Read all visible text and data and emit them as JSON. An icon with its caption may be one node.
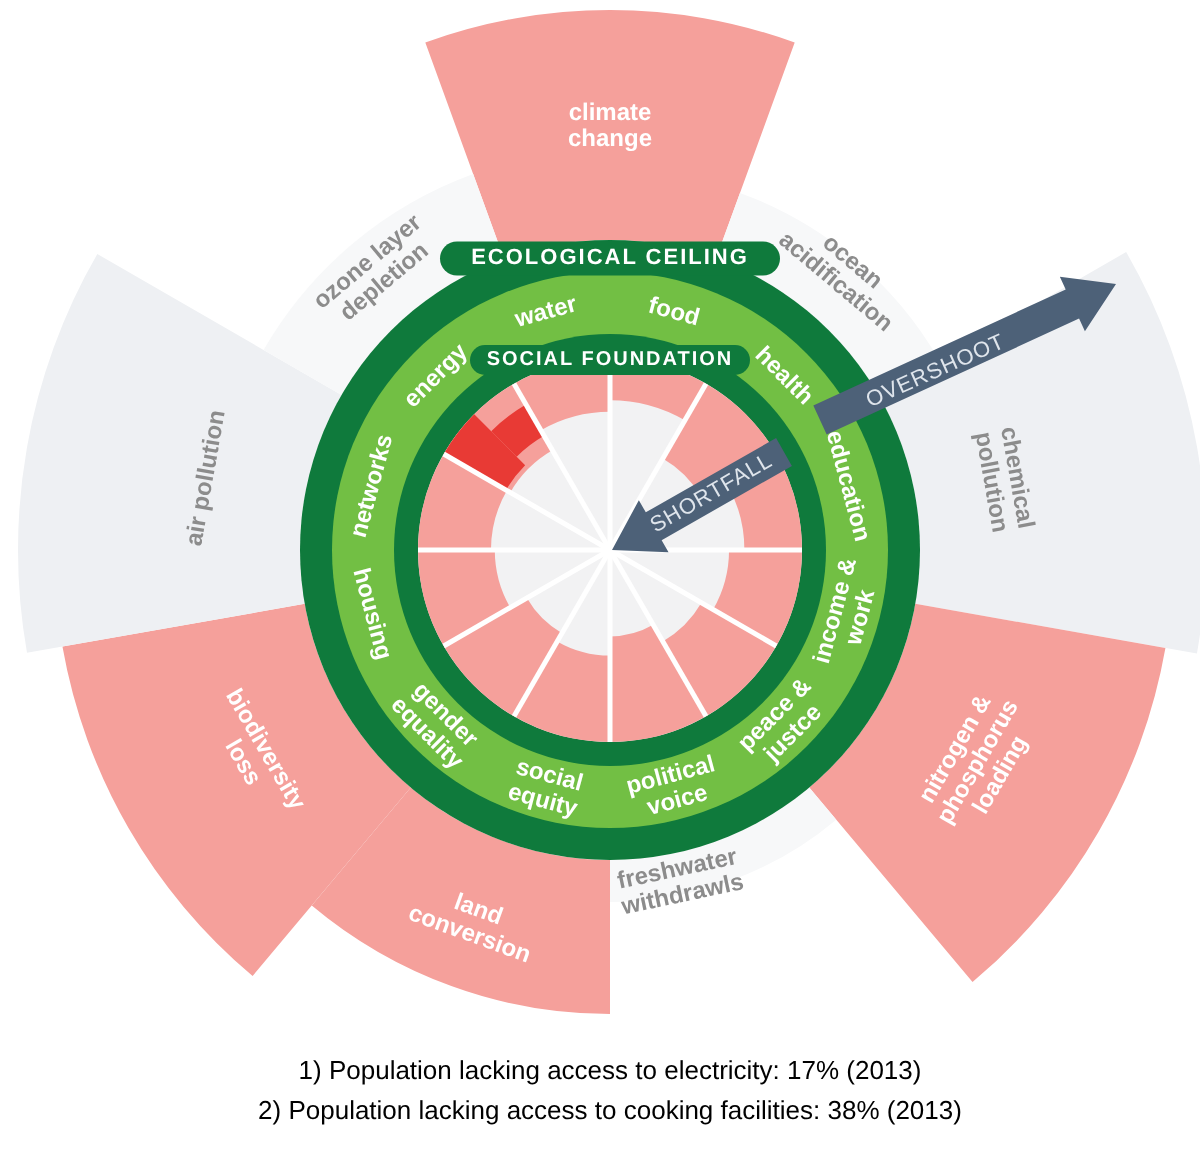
{
  "diagram": {
    "labels": [
      "climate change",
      "ECOLOGICAL CEILING",
      "ozone layer depletion",
      "ocean acidification",
      "water",
      "food",
      "energy",
      "health",
      "SOCIAL FOUNDATION",
      "OVERSHOOT",
      "chemical pollution",
      "networks",
      "education",
      "air pollution",
      "SHORTFALL",
      "housing",
      "income & work",
      "nitrogen & phosphorus loading",
      "biodiversity loss",
      "gender equality",
      "peace & justce",
      "social equity",
      "political voice",
      "land conversion",
      "freshwater withdrawls",
      "1) Population lacking access to electricity: 17% (2013)",
      "2) Population lacking access to cooking facilities: 38% (2013)"
    ]
  }
}
